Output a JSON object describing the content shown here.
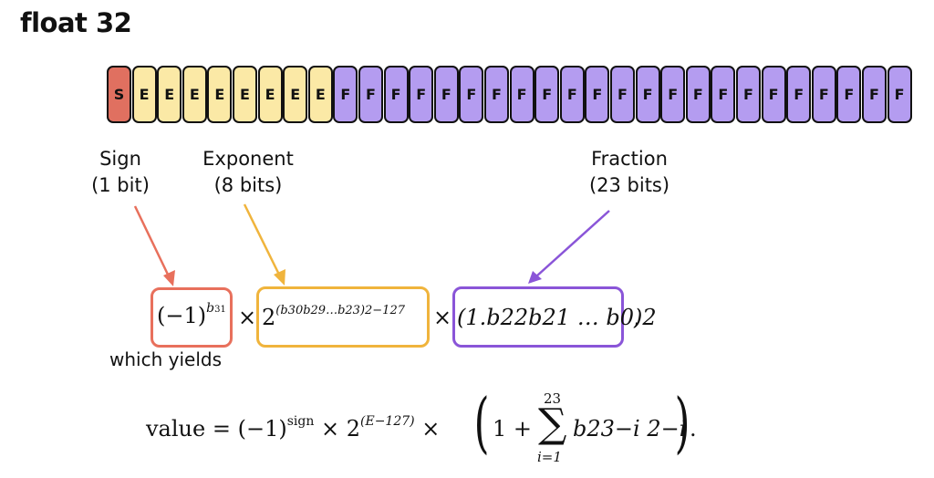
{
  "title": "float 32",
  "bits": {
    "letters": [
      "S",
      "E",
      "E",
      "E",
      "E",
      "E",
      "E",
      "E",
      "E",
      "F",
      "F",
      "F",
      "F",
      "F",
      "F",
      "F",
      "F",
      "F",
      "F",
      "F",
      "F",
      "F",
      "F",
      "F",
      "F",
      "F",
      "F",
      "F",
      "F",
      "F",
      "F",
      "F"
    ],
    "colors": {
      "S": "#e07060",
      "E": "#fbe9a6",
      "F": "#b49cf0"
    }
  },
  "labels": {
    "sign": {
      "line1": "Sign",
      "line2": "(1 bit)",
      "color": "#e8705c"
    },
    "exponent": {
      "line1": "Exponent",
      "line2": "(8 bits)",
      "color": "#f0b43c"
    },
    "fraction": {
      "line1": "Fraction",
      "line2": "(23 bits)",
      "color": "#8a55d8"
    }
  },
  "formula": {
    "sign_term": {
      "base": "(−1)",
      "exp": "b",
      "exp_sub": "31"
    },
    "times": "×",
    "exp_term": {
      "base": "2",
      "exp": "(b30b29…b23)2−127"
    },
    "frac_term": "(1.b22b21 … b0)2",
    "comma": ","
  },
  "which_yields": "which yields",
  "value_formula": {
    "lhs": "value",
    "eq": "=",
    "sign_part": "(−1)",
    "sign_exp": "sign",
    "exp_part": "2",
    "exp_exp": "(E−127)",
    "sum_upper": "23",
    "sum_lower": "i=1",
    "sum_term": "b23−i 2−i",
    "one_plus": "1 +",
    "period": "."
  }
}
